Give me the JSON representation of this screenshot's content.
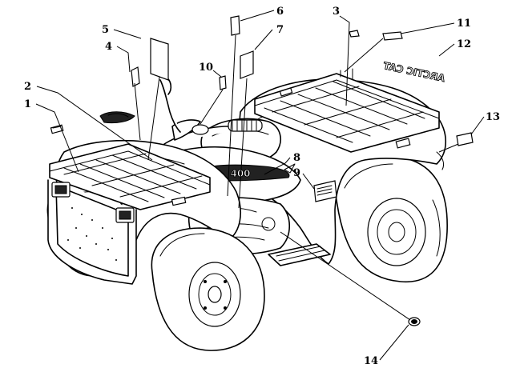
{
  "callouts": [
    {
      "id": "1",
      "label": "1"
    },
    {
      "id": "2",
      "label": "2"
    },
    {
      "id": "3",
      "label": "3"
    },
    {
      "id": "4",
      "label": "4"
    },
    {
      "id": "5",
      "label": "5"
    },
    {
      "id": "6",
      "label": "6"
    },
    {
      "id": "7",
      "label": "7"
    },
    {
      "id": "8",
      "label": "8"
    },
    {
      "id": "9",
      "label": "9"
    },
    {
      "id": "10",
      "label": "10"
    },
    {
      "id": "11",
      "label": "11"
    },
    {
      "id": "12",
      "label": "12"
    },
    {
      "id": "13",
      "label": "13"
    },
    {
      "id": "14",
      "label": "14"
    }
  ],
  "decals": {
    "rear_fender_decal_text": "ARCTIC CAT",
    "side_decal_text": "400"
  }
}
